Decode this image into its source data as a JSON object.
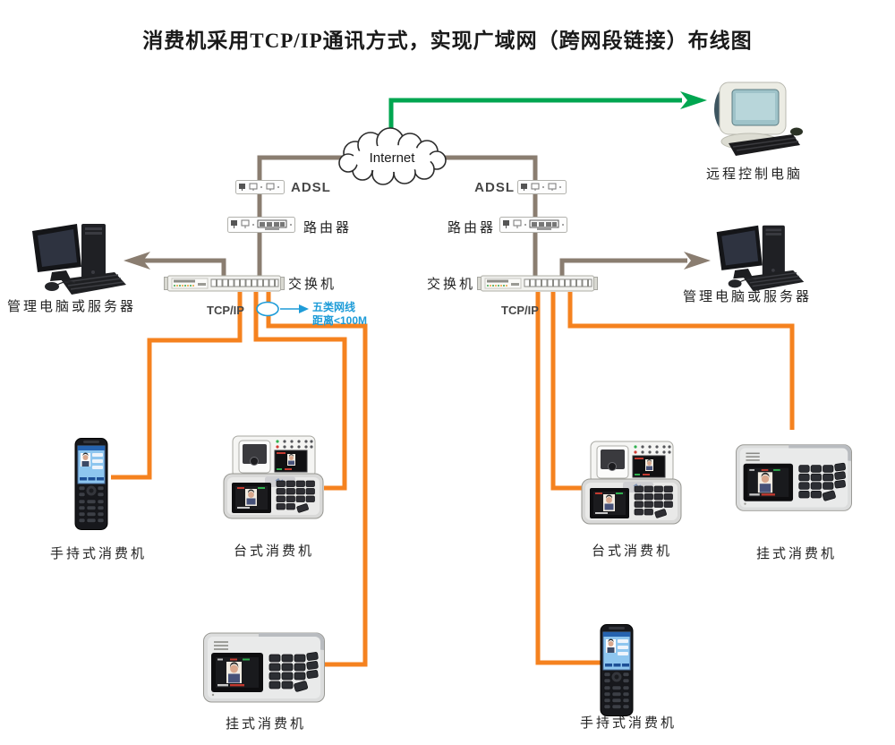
{
  "title": "消费机采用TCP/IP通讯方式，实现广域网（跨网段链接）布线图",
  "internet_label": "Internet",
  "remote_pc_label": "远程控制电脑",
  "note": {
    "line1": "五类网线",
    "line2": "距离<100M"
  },
  "left": {
    "adsl": "ADSL",
    "router": "路由器",
    "switch": "交换机",
    "tcpip": "TCP/IP",
    "pc": "管理电脑或服务器"
  },
  "right": {
    "adsl": "ADSL",
    "router": "路由器",
    "switch": "交换机",
    "tcpip": "TCP/IP",
    "pc": "管理电脑或服务器"
  },
  "machines": {
    "left_handheld": "手持式消费机",
    "left_desktop": "台式消费机",
    "left_wall": "挂式消费机",
    "right_desktop": "台式消费机",
    "right_wall": "挂式消费机",
    "right_handheld": "手持式消费机"
  },
  "colors": {
    "cable_orange": "#F5821F",
    "trunk_taupe": "#8A7D70",
    "arrow_green": "#00A650",
    "note_blue": "#1E9CD8"
  }
}
